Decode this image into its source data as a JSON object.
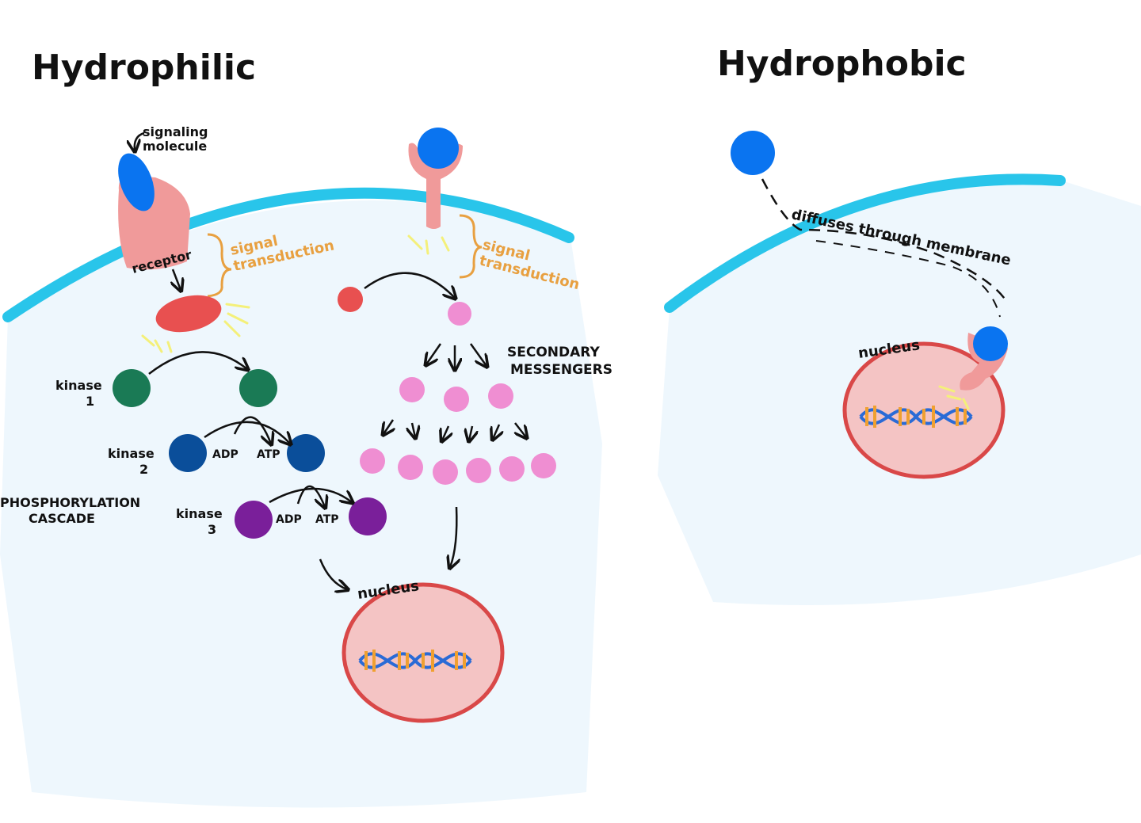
{
  "colors": {
    "cytoplasm": "#eef7fd",
    "membrane": "#29c5ea",
    "ligand": "#0a74f0",
    "receptor": "#f09a9a",
    "relay": "#e85050",
    "kinase1": "#1a7a55",
    "kinase2": "#0a4e9a",
    "kinase3": "#7a1f9a",
    "messenger": "#ef8ed2",
    "nucleus_fill": "#f4c4c4",
    "nucleus_stroke": "#d94848",
    "dna_blue": "#2a6bd6",
    "dna_orange": "#f0a030",
    "signal_text": "#e8a040",
    "glow": "#f4f07a"
  },
  "hydrophilic": {
    "title": "Hydrophilic",
    "signaling_molecule_line1": "signaling",
    "signaling_molecule_line2": "molecule",
    "receptor": "receptor",
    "signal_transduction_line1": "signal",
    "signal_transduction_line2": "transduction",
    "kinase1_line1": "kinase",
    "kinase1_line2": "1",
    "kinase2_line1": "kinase",
    "kinase2_line2": "2",
    "kinase3_line1": "kinase",
    "kinase3_line2": "3",
    "adp": "ADP",
    "atp": "ATP",
    "cascade_line1": "PHOSPHORYLATION",
    "cascade_line2": "CASCADE",
    "secondary_line1": "SECONDARY",
    "secondary_line2": "MESSENGERS",
    "nucleus": "nucleus"
  },
  "hydrophobic": {
    "title": "Hydrophobic",
    "diffuses": "diffuses through membrane",
    "nucleus": "nucleus"
  }
}
